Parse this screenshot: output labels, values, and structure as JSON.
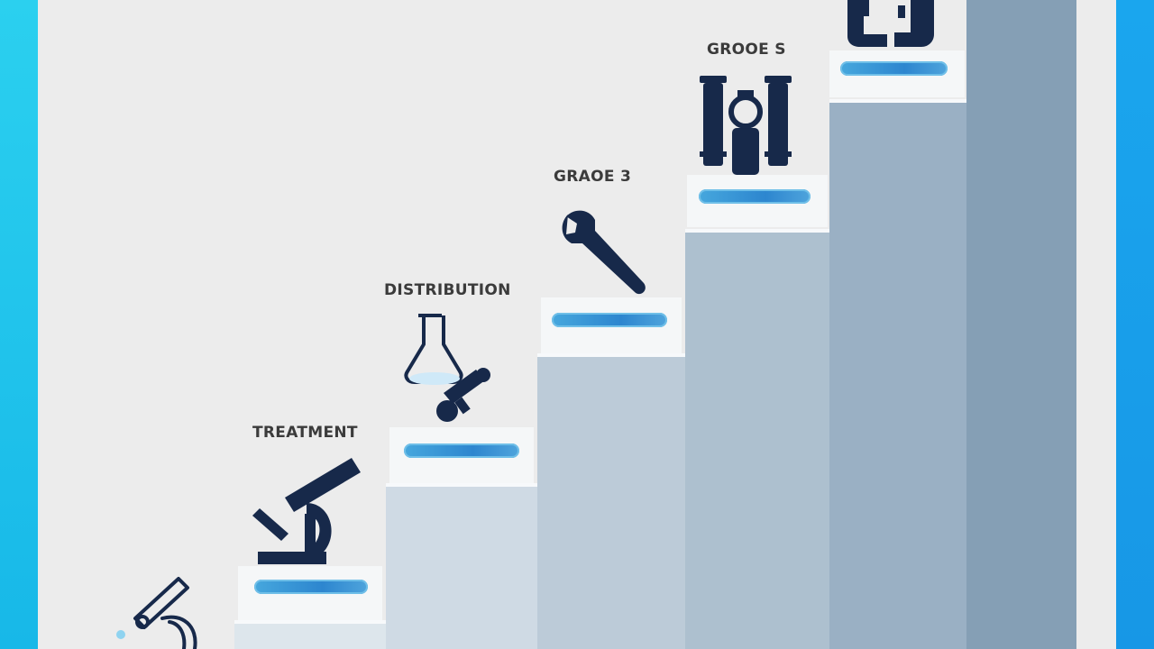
{
  "steps": [
    {
      "label": "",
      "pill": "",
      "icon": "microscope-outline-icon"
    },
    {
      "label": "TREATMENT",
      "pill": "",
      "icon": "microscope-icon"
    },
    {
      "label": "DISTRIBUTION",
      "pill": "",
      "icon": "flask-valve-icon"
    },
    {
      "label": "GRAOE 3",
      "pill": "",
      "icon": "wrench-icon"
    },
    {
      "label": "GROOE S",
      "pill": "",
      "icon": "water-filter-icon"
    },
    {
      "label": "",
      "pill": "",
      "icon": "pipe-fitting-icon"
    }
  ],
  "colors": {
    "frame_left": "#2bd0ef",
    "frame_right": "#1797e6",
    "icon_navy": "#17294a",
    "pill_blue": "#2d86cf",
    "step_light": "#d6e0e8",
    "step_dark": "#8ba3b8"
  }
}
